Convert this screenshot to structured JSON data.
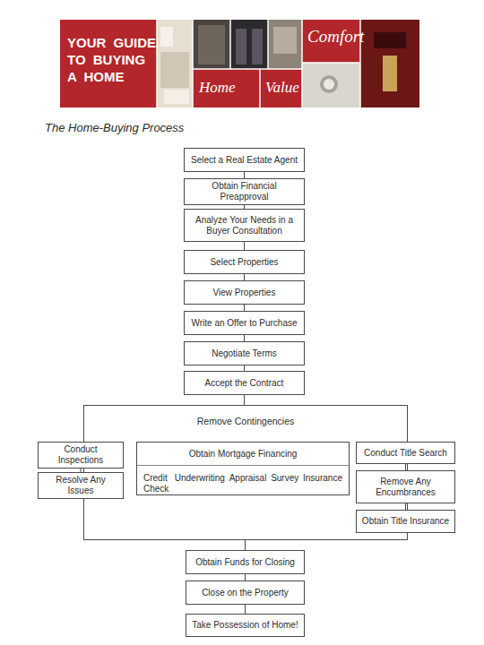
{
  "diagram": {
    "title": "The Home-Buying Process",
    "nodes": [
      {
        "text": [
          "Select a Real Estate Agent"
        ]
      },
      {
        "text": [
          "Obtain Financial Preapproval"
        ]
      },
      {
        "text": [
          "Analyze Your Needs in a Buyer Consultation"
        ]
      },
      {
        "text": [
          "Select Properties"
        ]
      },
      {
        "text": [
          "View Properties"
        ]
      },
      {
        "text": [
          "Write an Offer to Purchase"
        ]
      },
      {
        "text": [
          "Negotiate Terms"
        ]
      },
      {
        "text": [
          "Accept the Contract"
        ]
      },
      {
        "text": [
          "Remove Contingencies"
        ]
      },
      {
        "text": [
          "Conduct Inspections"
        ],
        "in": 8
      },
      {
        "text": [
          "Obtain Mortgage Financing",
          "Credit Check",
          "Underwriting",
          "Appraisal",
          "Survey",
          "Insurance"
        ],
        "in": 8
      },
      {
        "text": [
          "Conduct Title Search"
        ],
        "in": 8
      },
      {
        "text": [
          "Resolve Any Issues"
        ],
        "in": 8
      },
      {
        "text": [
          "Remove Any Encumbrances"
        ],
        "in": 8
      },
      {
        "text": [
          "Obtain Title Insurance"
        ],
        "in": 8
      },
      {
        "text": [
          "Obtain Funds for Closing"
        ]
      },
      {
        "text": [
          "Close on the Property"
        ]
      },
      {
        "text": [
          "Take Possession of Home!"
        ]
      }
    ],
    "edges": [
      {
        "from": 0,
        "to": 1,
        "arrow": "none"
      },
      {
        "from": 1,
        "to": 2,
        "arrow": "none"
      },
      {
        "from": 2,
        "to": 3,
        "arrow": "none"
      },
      {
        "from": 3,
        "to": 4,
        "arrow": "none"
      },
      {
        "from": 4,
        "to": 5,
        "arrow": "none"
      },
      {
        "from": 5,
        "to": 6,
        "arrow": "none"
      },
      {
        "from": 6,
        "to": 7,
        "arrow": "none"
      },
      {
        "from": 7,
        "to": 8,
        "arrow": "none"
      },
      {
        "from": 9,
        "to": 12,
        "arrow": "none"
      },
      {
        "from": 11,
        "to": 13,
        "arrow": "none"
      },
      {
        "from": 13,
        "to": 14,
        "arrow": "none"
      },
      {
        "from": 8,
        "to": 15,
        "arrow": "none"
      },
      {
        "from": 15,
        "to": 16,
        "arrow": "none"
      },
      {
        "from": 16,
        "to": 17,
        "arrow": "none"
      }
    ],
    "labels": [
      "YOUR GUIDE TO BUYING A HOME",
      "Comfort",
      "Home",
      "Value"
    ]
  }
}
